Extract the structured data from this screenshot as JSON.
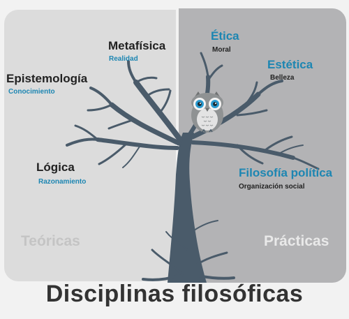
{
  "title": "Disciplinas filosóficas",
  "categories": {
    "theoretical": "Teóricas",
    "practical": "Prácticas"
  },
  "branches": {
    "metafisica": {
      "name": "Metafísica",
      "sub": "Realidad"
    },
    "epistemologia": {
      "name": "Epistemología",
      "sub": "Conocimiento"
    },
    "logica": {
      "name": "Lógica",
      "sub": "Razonamiento"
    },
    "etica": {
      "name": "Ética",
      "sub": "Moral"
    },
    "estetica": {
      "name": "Estética",
      "sub": "Belleza"
    },
    "politica": {
      "name": "Filosofía política",
      "sub": "Organización social"
    }
  },
  "colors": {
    "tree": "#4a5b6a",
    "accent": "#1d86b2",
    "text": "#222222",
    "category_left": "#c4c4c4",
    "category_right": "#e9e9e9"
  },
  "icons": [
    "owl-icon"
  ]
}
